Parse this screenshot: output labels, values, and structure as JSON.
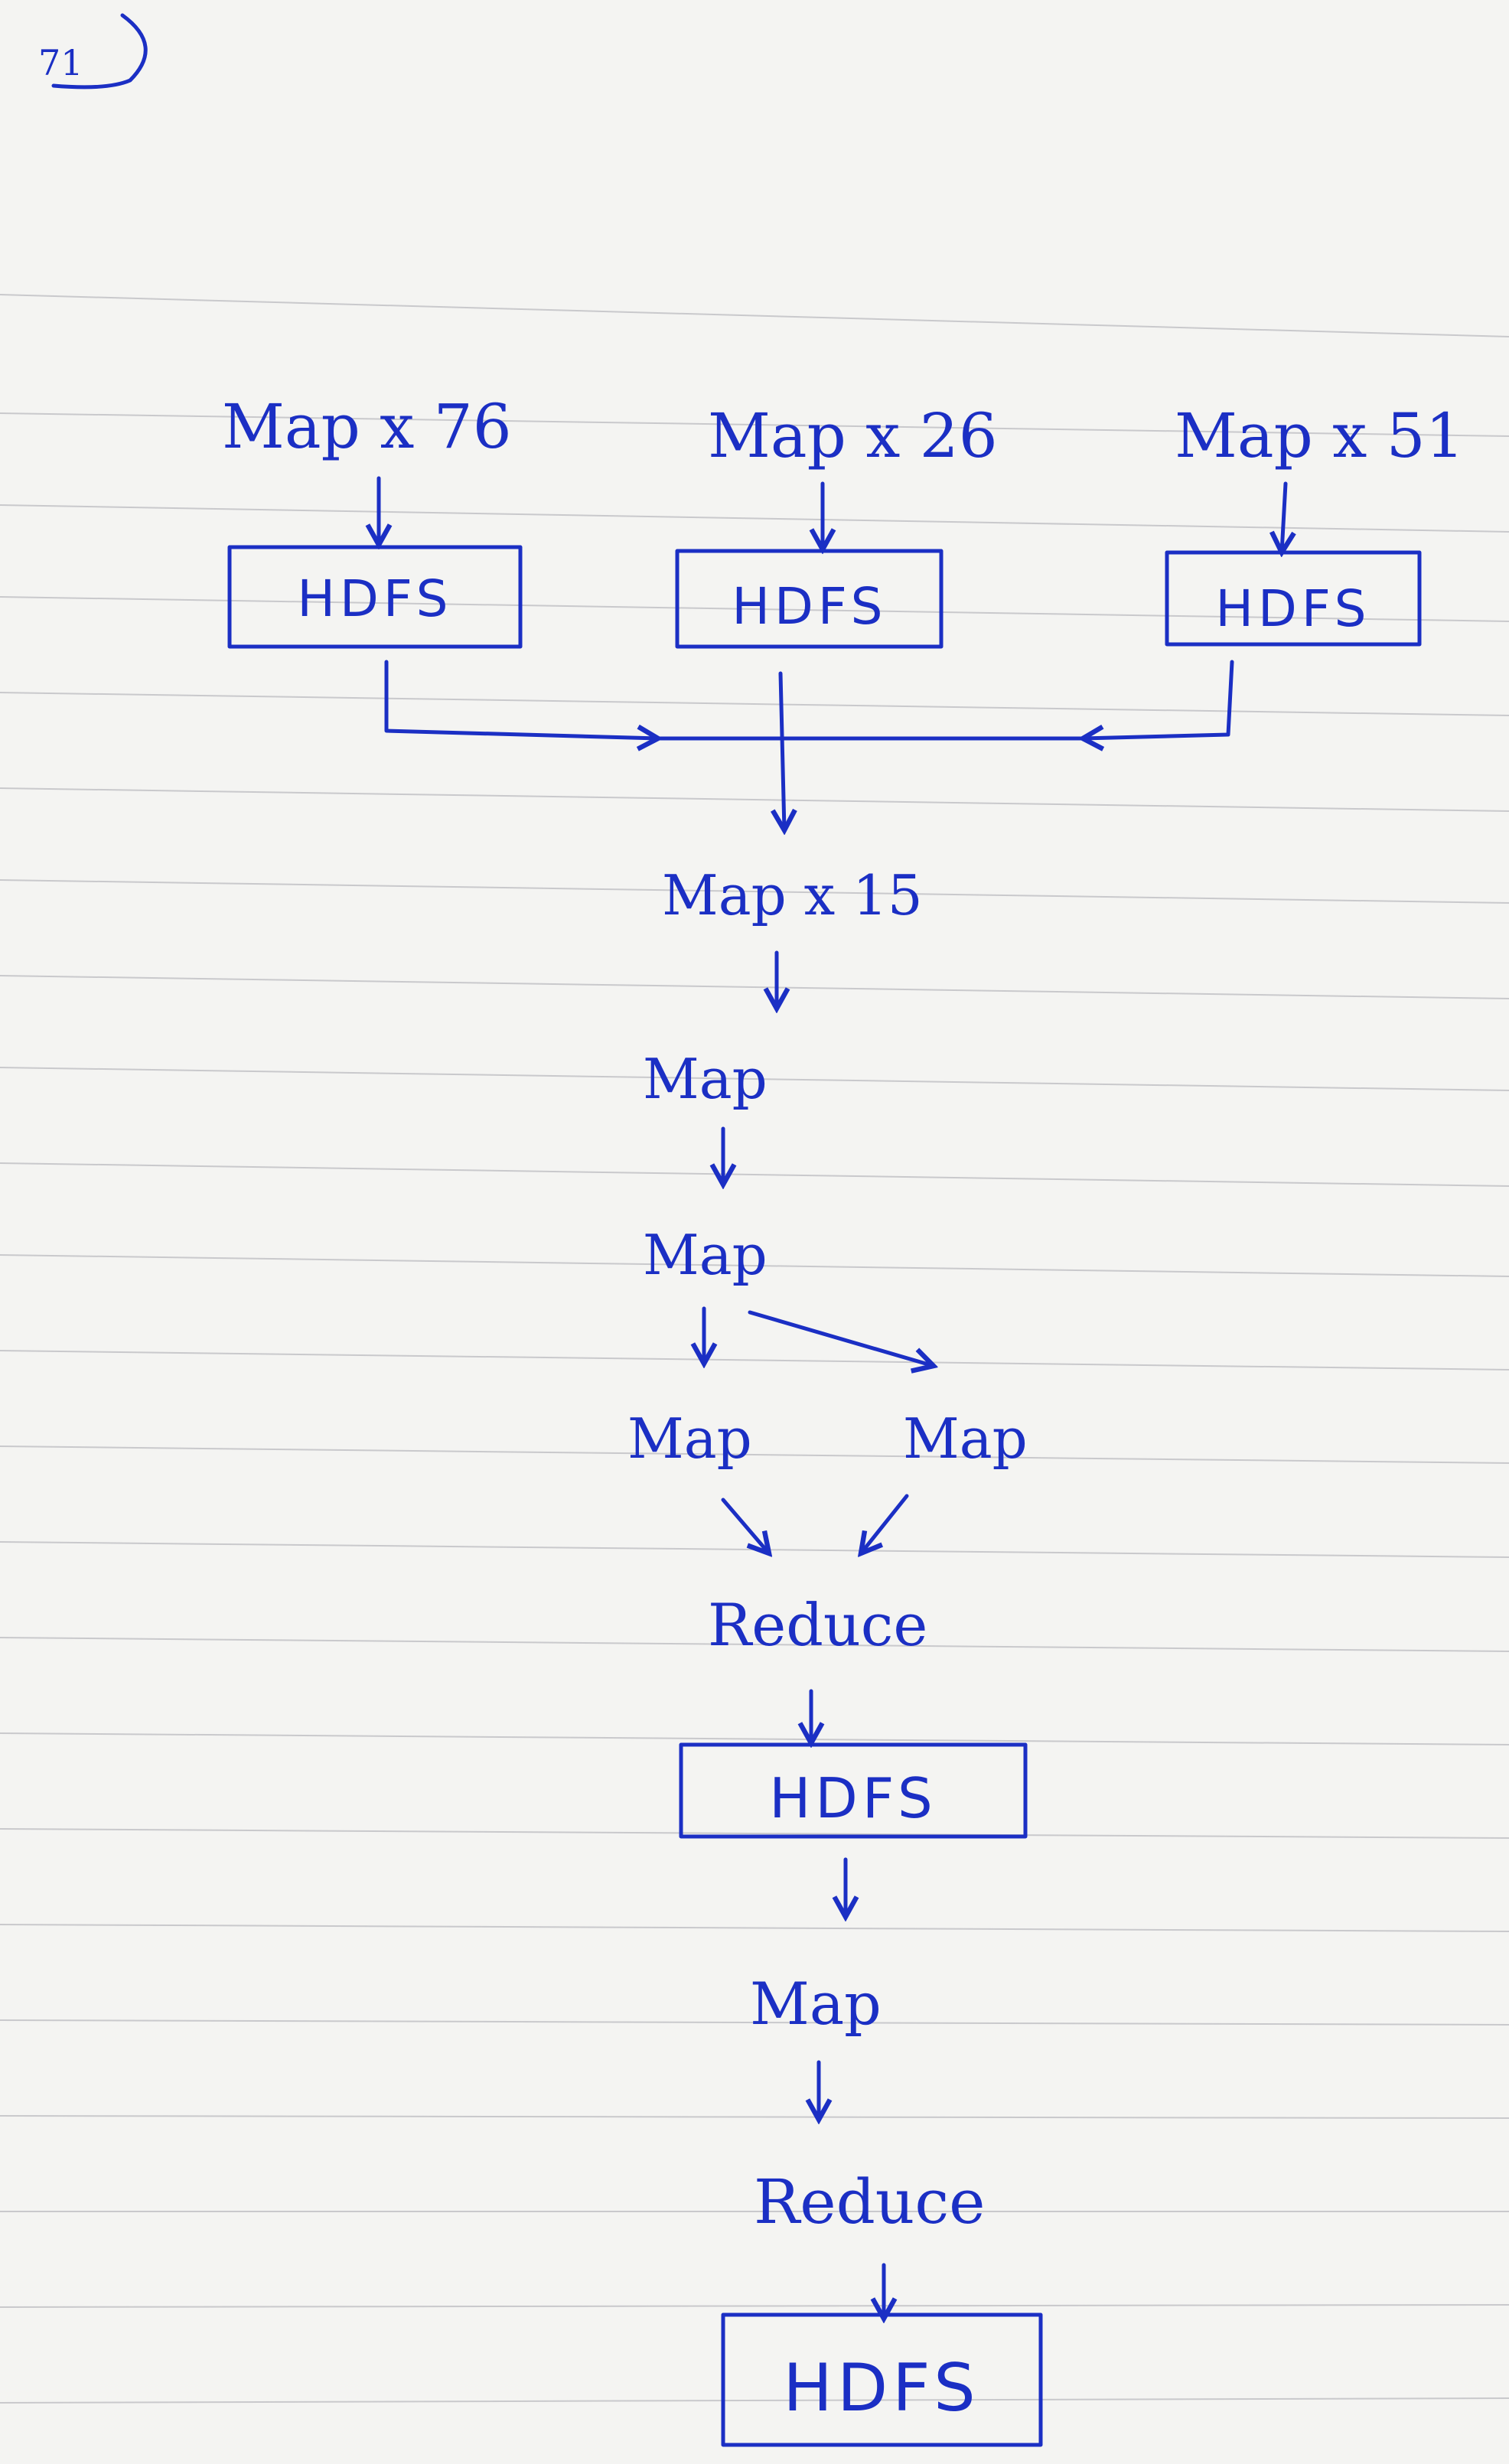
{
  "page_number": "71",
  "colors": {
    "ink": "#1b2fc4",
    "paper": "#f4f4f2",
    "rule": "#c9c9cc"
  },
  "nodes": {
    "map_76": "Map x 76",
    "map_26": "Map x 26",
    "map_51": "Map x 51",
    "hdfs_1": "HDFS",
    "hdfs_2": "HDFS",
    "hdfs_3": "HDFS",
    "map_15": "Map x 15",
    "map_a": "Map",
    "map_b": "Map",
    "map_c": "Map",
    "map_d": "Map",
    "reduce_1": "Reduce",
    "hdfs_4": "HDFS",
    "map_e": "Map",
    "reduce_2": "Reduce",
    "hdfs_5": "HDFS"
  }
}
